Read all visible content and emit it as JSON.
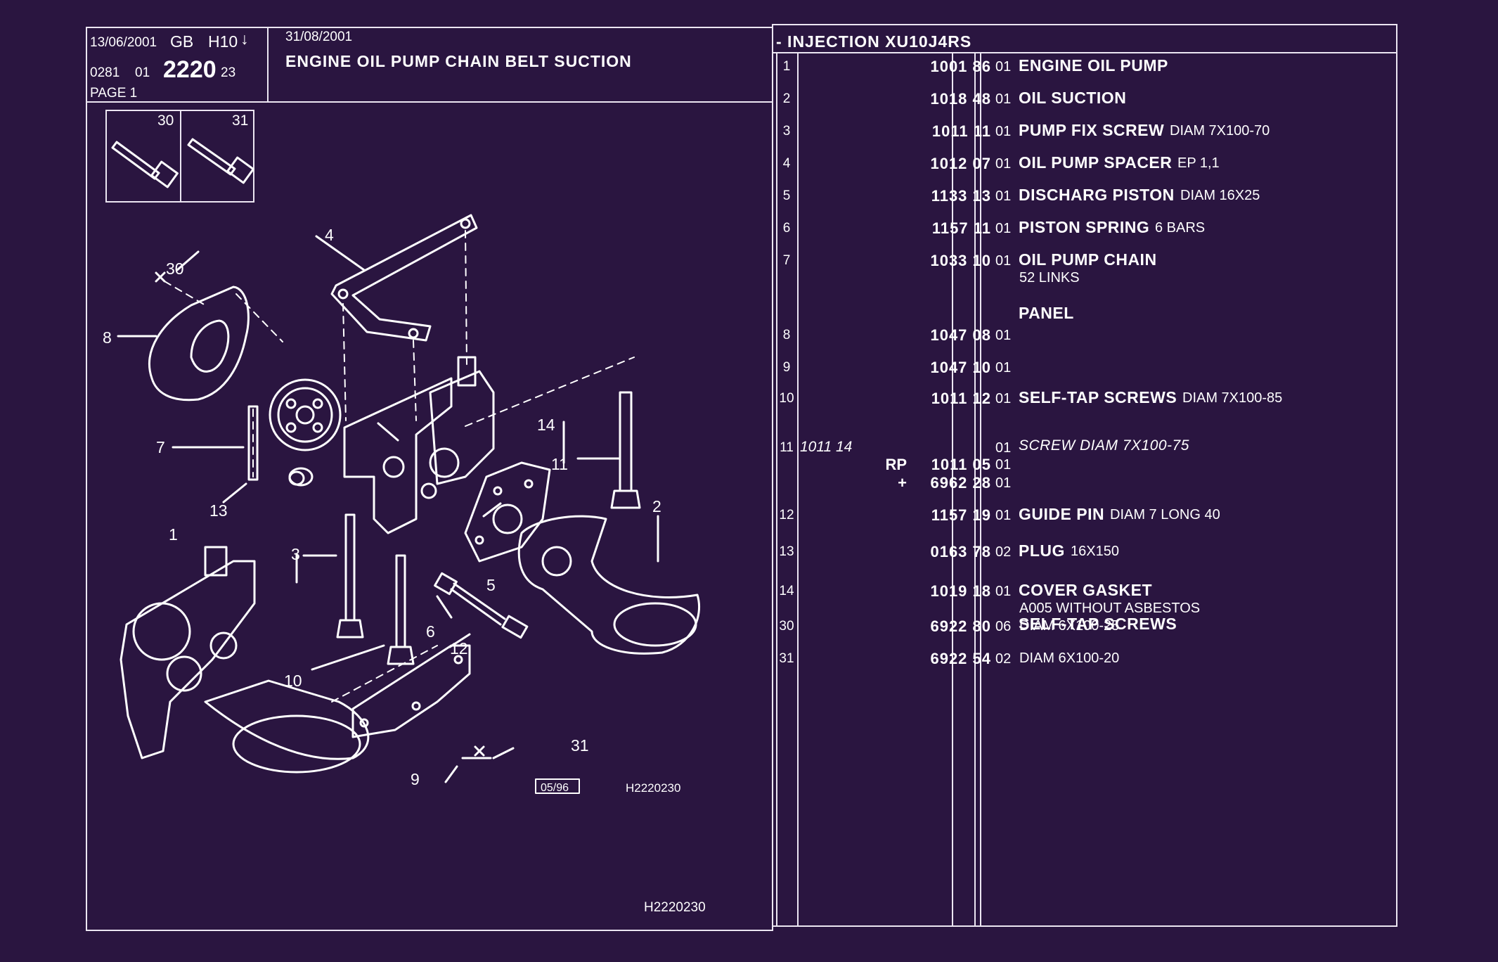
{
  "header": {
    "date": "13/06/2001",
    "lang": "GB",
    "code": "H10",
    "arrow": "↓",
    "ref_prefix": "0281",
    "ref_mid": "01",
    "ref_main": "2220",
    "ref_suffix": "23",
    "page": "PAGE 1",
    "validity_date": "31/08/2001",
    "title": "ENGINE OIL PUMP CHAIN BELT SUCTION",
    "section": "- INJECTION XU10J4RS"
  },
  "diagram": {
    "inset_labels": [
      "30",
      "31"
    ],
    "callouts": [
      "1",
      "2",
      "3",
      "4",
      "5",
      "6",
      "7",
      "8",
      "9",
      "10",
      "11",
      "12",
      "13",
      "14",
      "30",
      "31"
    ],
    "stamp": "05/96",
    "drawing_code": "H2220230",
    "footer_code": "H2220230"
  },
  "parts": [
    {
      "idx": "1",
      "alt": "",
      "prefix": "",
      "ref": "1001 86",
      "qty": "01",
      "name": "ENGINE OIL PUMP",
      "spec": "",
      "sub": "",
      "italic": false
    },
    {
      "idx": "2",
      "alt": "",
      "prefix": "",
      "ref": "1018 48",
      "qty": "01",
      "name": "OIL SUCTION",
      "spec": "",
      "sub": "",
      "italic": false
    },
    {
      "idx": "3",
      "alt": "",
      "prefix": "",
      "ref": "1011 11",
      "qty": "01",
      "name": "PUMP FIX SCREW",
      "spec": "DIAM 7X100-70",
      "sub": "",
      "italic": false
    },
    {
      "idx": "4",
      "alt": "",
      "prefix": "",
      "ref": "1012 07",
      "qty": "01",
      "name": "OIL PUMP SPACER",
      "spec": "EP 1,1",
      "sub": "",
      "italic": false
    },
    {
      "idx": "5",
      "alt": "",
      "prefix": "",
      "ref": "1133 13",
      "qty": "01",
      "name": "DISCHARG PISTON",
      "spec": "DIAM 16X25",
      "sub": "",
      "italic": false
    },
    {
      "idx": "6",
      "alt": "",
      "prefix": "",
      "ref": "1157 11",
      "qty": "01",
      "name": "PISTON SPRING",
      "spec": "6 BARS",
      "sub": "",
      "italic": false
    },
    {
      "idx": "7",
      "alt": "",
      "prefix": "",
      "ref": "1033 10",
      "qty": "01",
      "name": "OIL PUMP CHAIN",
      "spec": "",
      "sub": "52 LINKS",
      "italic": false
    },
    {
      "idx": "",
      "alt": "",
      "prefix": "",
      "ref": "",
      "qty": "",
      "name": "PANEL",
      "spec": "",
      "sub": "",
      "italic": false
    },
    {
      "idx": "8",
      "alt": "",
      "prefix": "",
      "ref": "1047 08",
      "qty": "01",
      "name": "",
      "spec": "",
      "sub": "",
      "italic": false
    },
    {
      "idx": "9",
      "alt": "",
      "prefix": "",
      "ref": "1047 10",
      "qty": "01",
      "name": "",
      "spec": "",
      "sub": "",
      "italic": false
    },
    {
      "idx": "10",
      "alt": "",
      "prefix": "",
      "ref": "1011 12",
      "qty": "01",
      "name": "SELF-TAP SCREWS",
      "spec": "DIAM 7X100-85",
      "sub": "",
      "italic": false
    },
    {
      "idx": "11",
      "alt": "1011 14",
      "prefix": "",
      "ref": "",
      "qty": "01",
      "name": "SCREW DIAM 7X100-75",
      "spec": "",
      "sub": "",
      "italic": true
    },
    {
      "idx": "",
      "alt": "",
      "prefix": "RP",
      "ref": "1011 05",
      "qty": "01",
      "name": "",
      "spec": "",
      "sub": "",
      "italic": false
    },
    {
      "idx": "",
      "alt": "",
      "prefix": "+",
      "ref": "6962 28",
      "qty": "01",
      "name": "",
      "spec": "",
      "sub": "",
      "italic": false
    },
    {
      "idx": "12",
      "alt": "",
      "prefix": "",
      "ref": "1157 19",
      "qty": "01",
      "name": "GUIDE PIN",
      "spec": "DIAM 7 LONG 40",
      "sub": "",
      "italic": false
    },
    {
      "idx": "13",
      "alt": "",
      "prefix": "",
      "ref": "0163 78",
      "qty": "02",
      "name": "PLUG",
      "spec": "16X150",
      "sub": "",
      "italic": false
    },
    {
      "idx": "14",
      "alt": "",
      "prefix": "",
      "ref": "1019 18",
      "qty": "01",
      "name": "COVER GASKET",
      "spec": "",
      "sub": "A005 WITHOUT ASBESTOS",
      "italic": false
    },
    {
      "idx": "",
      "alt": "",
      "prefix": "",
      "ref": "",
      "qty": "",
      "name": "SELF-TAP SCREWS",
      "spec": "",
      "sub": "",
      "italic": false
    },
    {
      "idx": "30",
      "alt": "",
      "prefix": "",
      "ref": "6922 80",
      "qty": "06",
      "name": "",
      "spec": "DIAM 6X100-25",
      "sub": "",
      "italic": false
    },
    {
      "idx": "31",
      "alt": "",
      "prefix": "",
      "ref": "6922 54",
      "qty": "02",
      "name": "",
      "spec": "DIAM 6X100-20",
      "sub": "",
      "italic": false
    }
  ]
}
